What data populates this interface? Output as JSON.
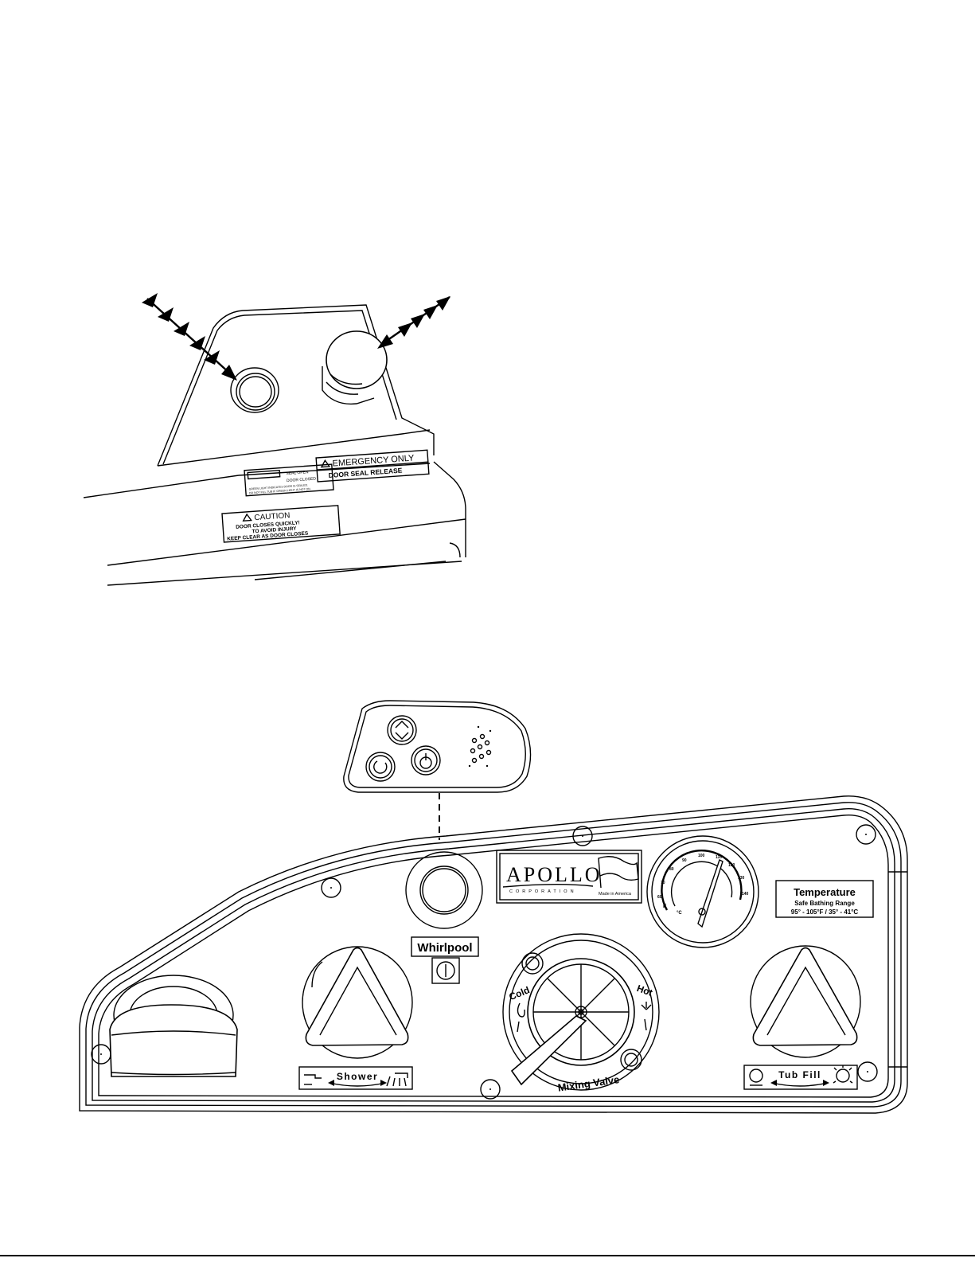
{
  "door_panel": {
    "labels": {
      "emergency_title": "EMERGENCY ONLY",
      "emergency_sub": "DOOR SEAL RELEASE",
      "seal_open": "SEAL OPEN",
      "door_closed": "DOOR CLOSED",
      "seal_fine_1": "GREEN LIGHT INDICATES DOOR IS SEALED.",
      "seal_fine_2": "DO NOT FILL TUB IF GREEN LIGHT IS NOT ON.",
      "caution_title": "CAUTION",
      "caution_1": "DOOR CLOSES QUICKLY!",
      "caution_2": "TO AVOID INJURY",
      "caution_3": "KEEP CLEAR AS DOOR CLOSES"
    }
  },
  "control_panel": {
    "brand": "APOLLO",
    "brand_sub": "CORPORATION",
    "made_in": "Made in America",
    "temperature_title": "Temperature",
    "temperature_sub": "Safe Bathing Range",
    "temperature_range": "95° - 105°F / 35° - 41°C",
    "whirlpool": "Whirlpool",
    "cold": "Cold",
    "hot": "Hot",
    "mixing_valve": "Mixing Valve",
    "shower": "Shower",
    "tub_fill": "Tub Fill",
    "gauge_f": "F",
    "gauge_c": "°C",
    "gauge_marks": [
      "60",
      "70",
      "80",
      "90",
      "100",
      "110",
      "120",
      "130",
      "140"
    ]
  }
}
